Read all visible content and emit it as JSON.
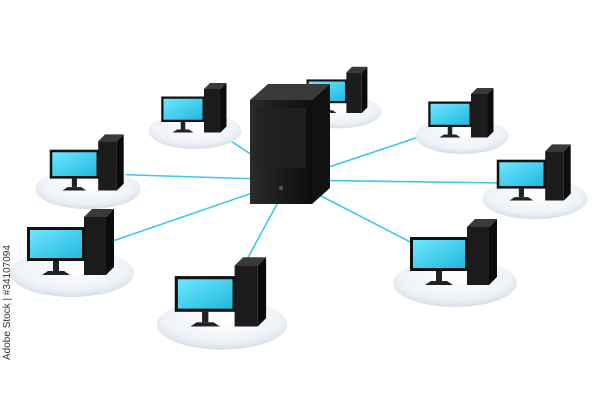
{
  "image": {
    "subject": "network-diagram",
    "server_count": 1,
    "workstation_count": 8,
    "colors": {
      "connection_line": "#3cc8e6",
      "screen": "#3ad6f5",
      "hardware": "#1c1c1c",
      "platform": "#e4eaf2"
    }
  },
  "watermark": {
    "id_label": "Adobe Stock | #34107094"
  }
}
